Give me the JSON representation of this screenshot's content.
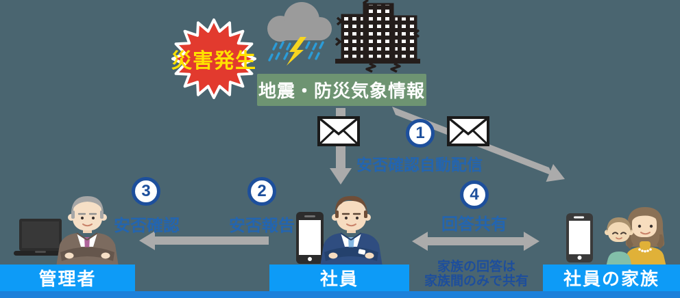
{
  "burst": {
    "label": "災害発生"
  },
  "info_banner": {
    "label": "地震・防災気象情報"
  },
  "steps": [
    {
      "number": "1",
      "label": "安否確認自動配信"
    },
    {
      "number": "2",
      "label": "安否報告"
    },
    {
      "number": "3",
      "label": "安否確認"
    },
    {
      "number": "4",
      "label": "回答共有"
    }
  ],
  "note": {
    "line1": "家族の回答は",
    "line2": "家族間のみで共有"
  },
  "actors": [
    {
      "label": "管理者"
    },
    {
      "label": "社員"
    },
    {
      "label": "社員の家族"
    }
  ],
  "icons": {
    "burst": "disaster-starburst-icon",
    "cloud": "storm-cloud-rain-lightning-icon",
    "buildings": "shaking-buildings-icon",
    "mail": "mail-envelope-icon",
    "laptop": "laptop-icon",
    "phone": "smartphone-icon"
  },
  "colors": {
    "background": "#4A6570",
    "burst_red": "#E23A2E",
    "burst_text_yellow": "#FFE100",
    "info_banner_green": "#6E9472",
    "actor_banner_blue": "#0D9BF7",
    "bottom_strip_blue": "#1C80DA",
    "step_circle_navy": "#1D4F9C",
    "step_label_blue": "#2365B0",
    "note_navy": "#1D4E9C",
    "arrow_gray": "#ABABAB",
    "lightning_yellow": "#F7D520",
    "rain_blue": "#2B9CD8"
  }
}
